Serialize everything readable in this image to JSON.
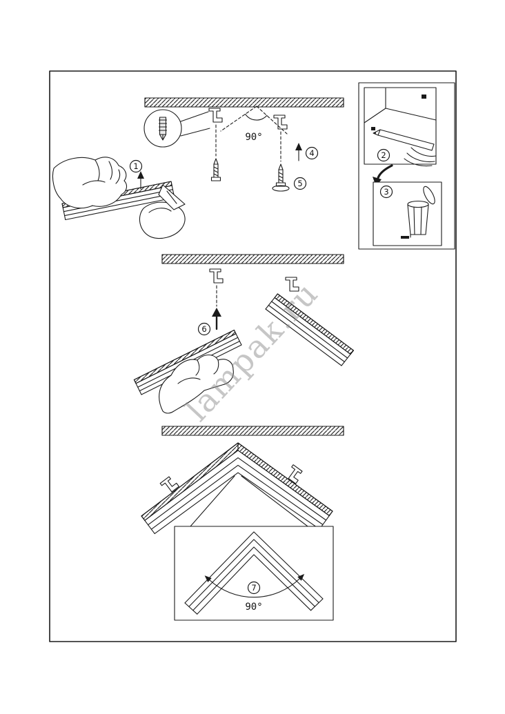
{
  "watermark": "lampak.ru",
  "labels": {
    "angle_top": "90°",
    "angle_corner": "90°"
  },
  "steps": [
    "1",
    "2",
    "3",
    "4",
    "5",
    "6",
    "7"
  ],
  "colors": {
    "ink": "#1a1a1a",
    "watermark": "#8f8f8f"
  }
}
